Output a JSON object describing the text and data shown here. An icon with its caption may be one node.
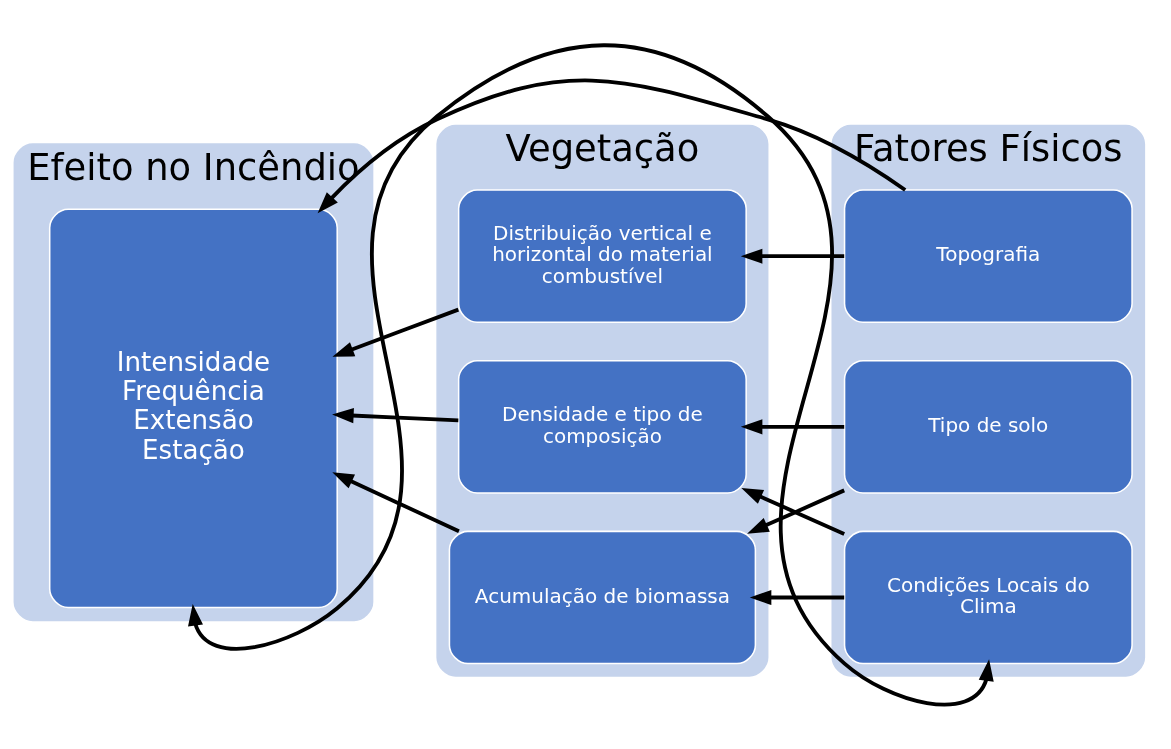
{
  "diagram": {
    "nodes": [
      {
        "text": [
          "Efeito no Incêndio"
        ]
      },
      {
        "text": [
          "Intensidade",
          "Frequência",
          "Extensão",
          "Estação"
        ],
        "in": 0
      },
      {
        "text": [
          "Vegetação"
        ]
      },
      {
        "text": [
          "Distribuição vertical e horizontal do material combustível"
        ],
        "in": 2
      },
      {
        "text": [
          "Densidade e tipo de composição"
        ],
        "in": 2
      },
      {
        "text": [
          "Acumulação de biomassa"
        ],
        "in": 2
      },
      {
        "text": [
          "Fatores Físicos"
        ]
      },
      {
        "text": [
          "Topografia"
        ],
        "in": 6
      },
      {
        "text": [
          "Tipo de solo"
        ],
        "in": 6
      },
      {
        "text": [
          "Condições Locais do Clima"
        ],
        "in": 6
      }
    ],
    "edges": [
      {
        "from": 7,
        "to": 1,
        "arrow": "to"
      },
      {
        "from": 3,
        "to": 1,
        "arrow": "to"
      },
      {
        "from": 4,
        "to": 1,
        "arrow": "to"
      },
      {
        "from": 5,
        "to": 1,
        "arrow": "to"
      },
      {
        "from": 7,
        "to": 3,
        "arrow": "to"
      },
      {
        "from": 8,
        "to": 4,
        "arrow": "to"
      },
      {
        "from": 8,
        "to": 5,
        "arrow": "to"
      },
      {
        "from": 9,
        "to": 4,
        "arrow": "to"
      },
      {
        "from": 9,
        "to": 5,
        "arrow": "to"
      },
      {
        "from": 1,
        "to": 9,
        "arrow": "both"
      }
    ]
  }
}
